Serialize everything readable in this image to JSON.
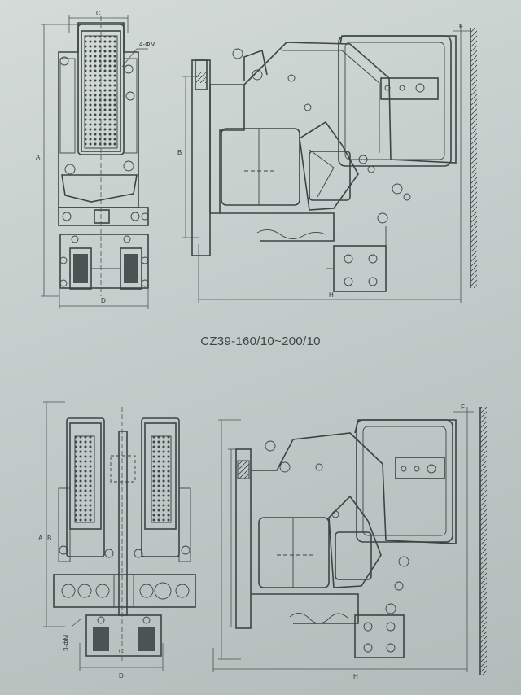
{
  "caption": "CZ39-160/10~200/10",
  "top": {
    "dim_c": "C",
    "dim_holes": "4-ΦM",
    "dim_a": "A",
    "dim_d": "D",
    "dim_b": "B",
    "dim_h": "H",
    "dim_f": "F"
  },
  "bottom": {
    "dim_a": "A",
    "dim_b": "B",
    "dim_d": "D",
    "dim_c": "C",
    "dim_holes": "3-ΦM",
    "dim_h": "H",
    "dim_f": "F"
  }
}
